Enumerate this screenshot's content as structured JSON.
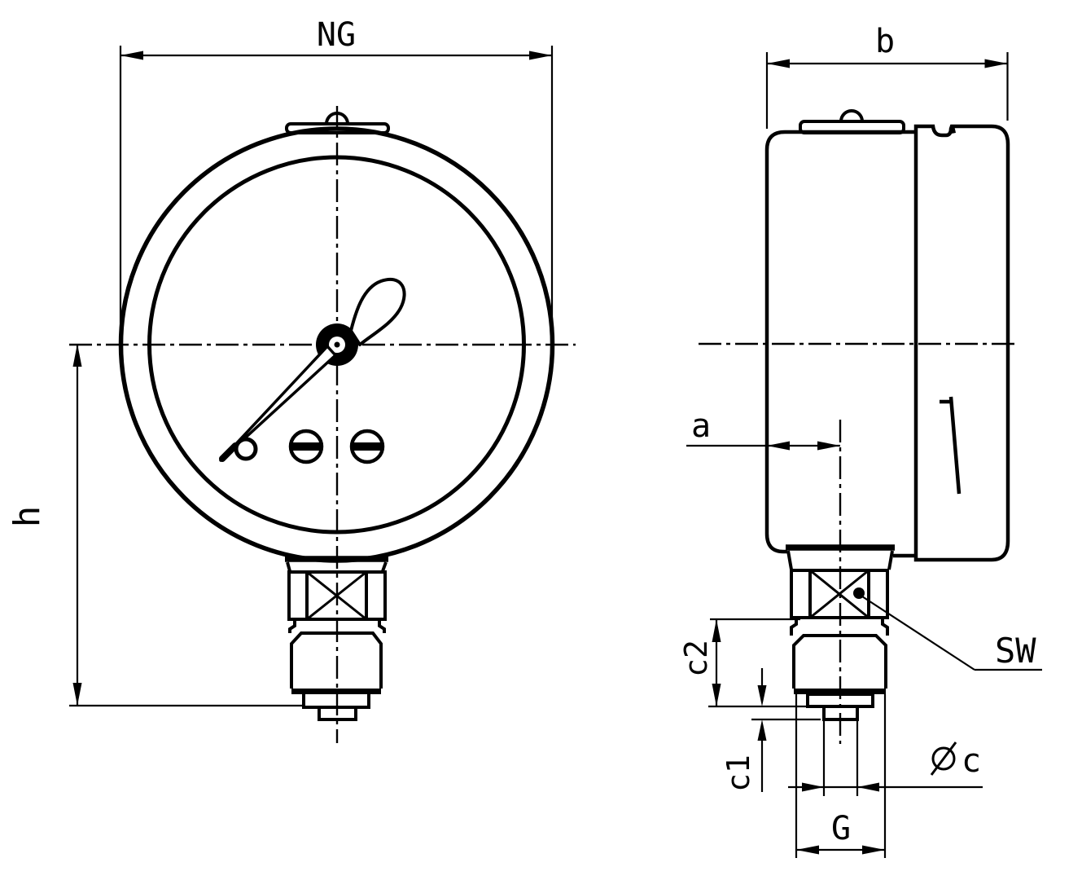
{
  "drawing": {
    "description": "Pressure gauge technical drawing, front view and side view, bottom radial connection",
    "background_color": "#ffffff",
    "line_color": "#000000",
    "views": {
      "front": "front view",
      "side": "side view"
    },
    "dimension_labels": {
      "nominal_size": "NG",
      "case_depth": "b",
      "height": "h",
      "center_offset": "a",
      "hex_section_height": "c2",
      "step_height": "c1",
      "wrench_size": "SW",
      "tail_diameter_symbol": "⌀",
      "tail_diameter_letter": "c",
      "thread": "G"
    }
  }
}
